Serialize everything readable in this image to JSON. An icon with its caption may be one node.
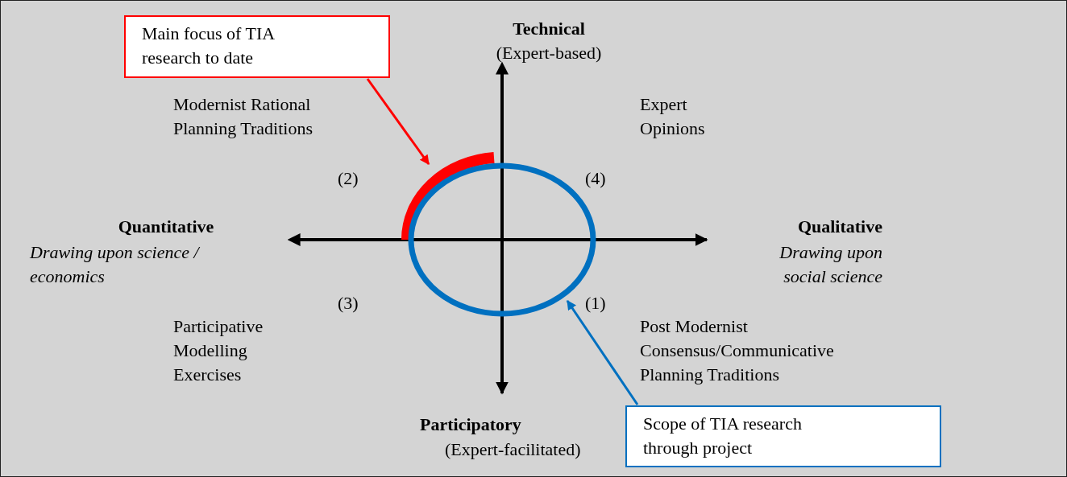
{
  "diagram": {
    "nodes": [
      {
        "text": [
          "Main focus of TIA research to date"
        ]
      },
      {
        "text": [],
        "shape": "arc"
      },
      {
        "text": [],
        "shape": "circle"
      },
      {
        "text": [
          "Scope of TIA research through project"
        ]
      }
    ],
    "edges": [
      {
        "from": 0,
        "to": 1,
        "arrow": "to",
        "color": "#ff0000"
      },
      {
        "from": 3,
        "to": 2,
        "arrow": "to",
        "color": "#0070c0"
      }
    ],
    "labels": [
      "Technical",
      "(Expert-based)",
      "Modernist Rational Planning Traditions",
      "Expert Opinions",
      "(2)",
      "(4)",
      "Quantitative",
      "Drawing upon science / economics",
      "Qualitative",
      "Drawing upon social science",
      "(3)",
      "(1)",
      "Participative Modelling Exercises",
      "Post Modernist Consensus/Communicative Planning Traditions",
      "Participatory",
      "(Expert-facilitated)"
    ]
  }
}
